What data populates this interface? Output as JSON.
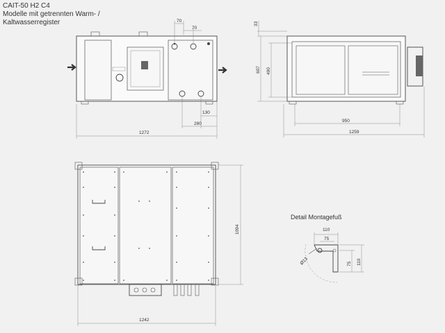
{
  "title": {
    "model": "CAIT-50 H2 C4",
    "line2": "Modelle mit getrennten Warm- /",
    "line3": "Kaltwasserregister"
  },
  "front_view": {
    "dim_70a": "70",
    "dim_70b": "70",
    "dim_130": "130",
    "dim_280": "280",
    "dim_1272": "1272"
  },
  "side_view": {
    "dim_33": "33",
    "dim_607": "607",
    "dim_490": "490",
    "dim_950": "950",
    "dim_1259": "1259"
  },
  "top_view": {
    "dim_1094": "1094",
    "dim_1242": "1242"
  },
  "detail": {
    "title": "Detail Montagefuß",
    "dim_110_top": "110",
    "dim_75_top": "75",
    "dim_75_side": "75",
    "dim_110_side": "110",
    "dim_dia": "Ø13"
  }
}
